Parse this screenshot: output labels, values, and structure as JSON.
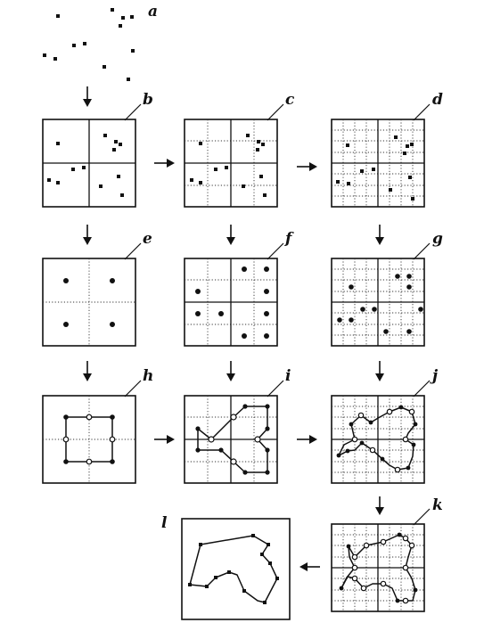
{
  "labels": {
    "a": "a",
    "b": "b",
    "c": "c",
    "d": "d",
    "e": "e",
    "f": "f",
    "g": "g",
    "h": "h",
    "i": "i",
    "j": "j",
    "k": "k",
    "l": "l"
  },
  "colors": {
    "ink": "#111111",
    "paper": "#ffffff"
  }
}
